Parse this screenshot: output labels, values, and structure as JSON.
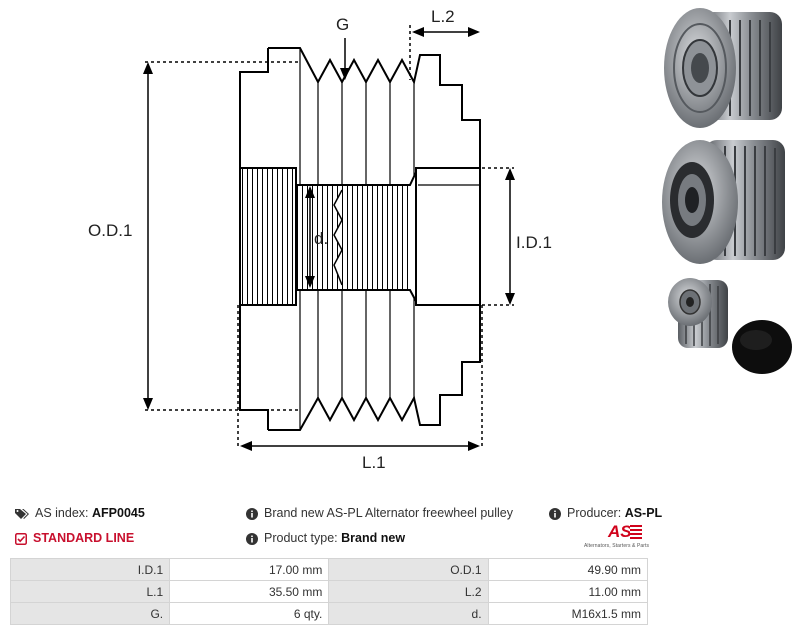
{
  "drawing": {
    "labels": {
      "g": "G",
      "l2": "L.2",
      "od1": "O.D.1",
      "id1": "I.D.1",
      "d": "d.",
      "l1": "L.1"
    }
  },
  "photos": {
    "items": [
      "pulley-front-photo",
      "pulley-rear-photo",
      "pulley-cap-photo"
    ]
  },
  "info": {
    "as_index_label": "AS index:",
    "as_index_value": "AFP0045",
    "description": "Brand new AS-PL Alternator freewheel pulley",
    "producer_label": "Producer:",
    "producer_value": "AS-PL",
    "line": "STANDARD LINE",
    "product_type_label": "Product type:",
    "product_type_value": "Brand new"
  },
  "logo": {
    "mark": "AS",
    "tagline": "Alternators, Starters & Parts"
  },
  "colors": {
    "accent_red": "#c8102e",
    "table_label_bg": "#e5e5e5",
    "border": "#d4d4d4"
  },
  "icons": [
    "tags-icon",
    "info-icon",
    "checkbox-icon"
  ],
  "specs": {
    "rows": [
      [
        {
          "label": "I.D.1",
          "value": "17.00 mm"
        },
        {
          "label": "O.D.1",
          "value": "49.90 mm"
        }
      ],
      [
        {
          "label": "L.1",
          "value": "35.50 mm"
        },
        {
          "label": "L.2",
          "value": "11.00 mm"
        }
      ],
      [
        {
          "label": "G.",
          "value": "6 qty."
        },
        {
          "label": "d.",
          "value": "M16x1.5 mm"
        }
      ]
    ]
  }
}
